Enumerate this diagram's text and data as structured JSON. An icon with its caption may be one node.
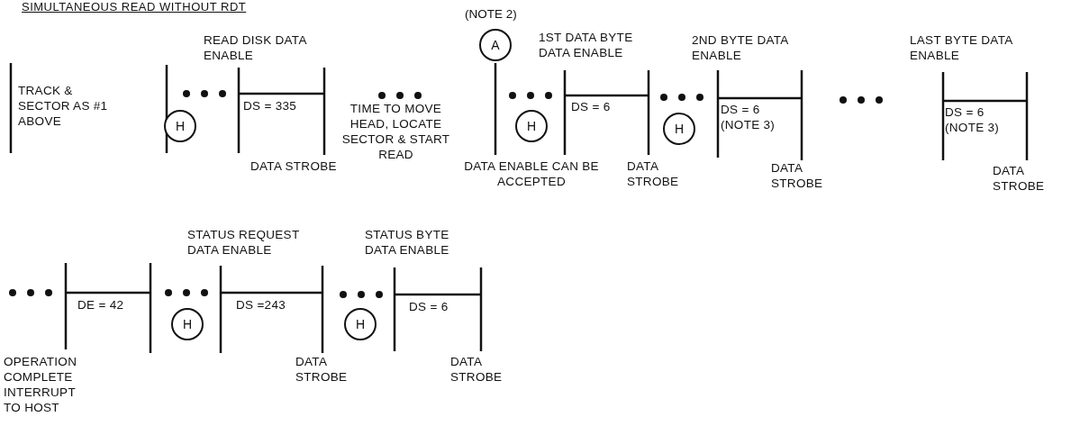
{
  "diagram": {
    "title": "SIMULTANEOUS READ WITHOUT RDT",
    "nodes": [
      {
        "text": [
          "H"
        ]
      },
      {
        "text": [
          "A"
        ],
        "beside": [
          "(NOTE 2)"
        ]
      },
      {
        "text": [
          "H"
        ]
      },
      {
        "text": [
          "H"
        ]
      },
      {
        "text": [
          "H"
        ]
      },
      {
        "text": [
          "H"
        ]
      }
    ],
    "labels": [
      "TRACK & SECTOR AS #1 ABOVE",
      "READ DISK DATA ENABLE",
      "DS = 335",
      "TIME TO MOVE HEAD, LOCATE SECTOR & START READ",
      "DATA STROBE",
      "1ST DATA BYTE DATA ENABLE",
      "DS = 6",
      "DATA ENABLE CAN BE ACCEPTED",
      "DATA STROBE",
      "2ND BYTE DATA ENABLE",
      "DS = 6 (NOTE 3)",
      "DATA STROBE",
      "LAST BYTE DATA ENABLE",
      "DS = 6 (NOTE 3)",
      "DATA STROBE",
      "STATUS REQUEST DATA ENABLE",
      "STATUS BYTE DATA ENABLE",
      "DE = 42",
      "DS =243",
      "DS = 6",
      "OPERATION COMPLETE INTERRUPT TO HOST",
      "DATA STROBE",
      "DATA STROBE"
    ]
  }
}
